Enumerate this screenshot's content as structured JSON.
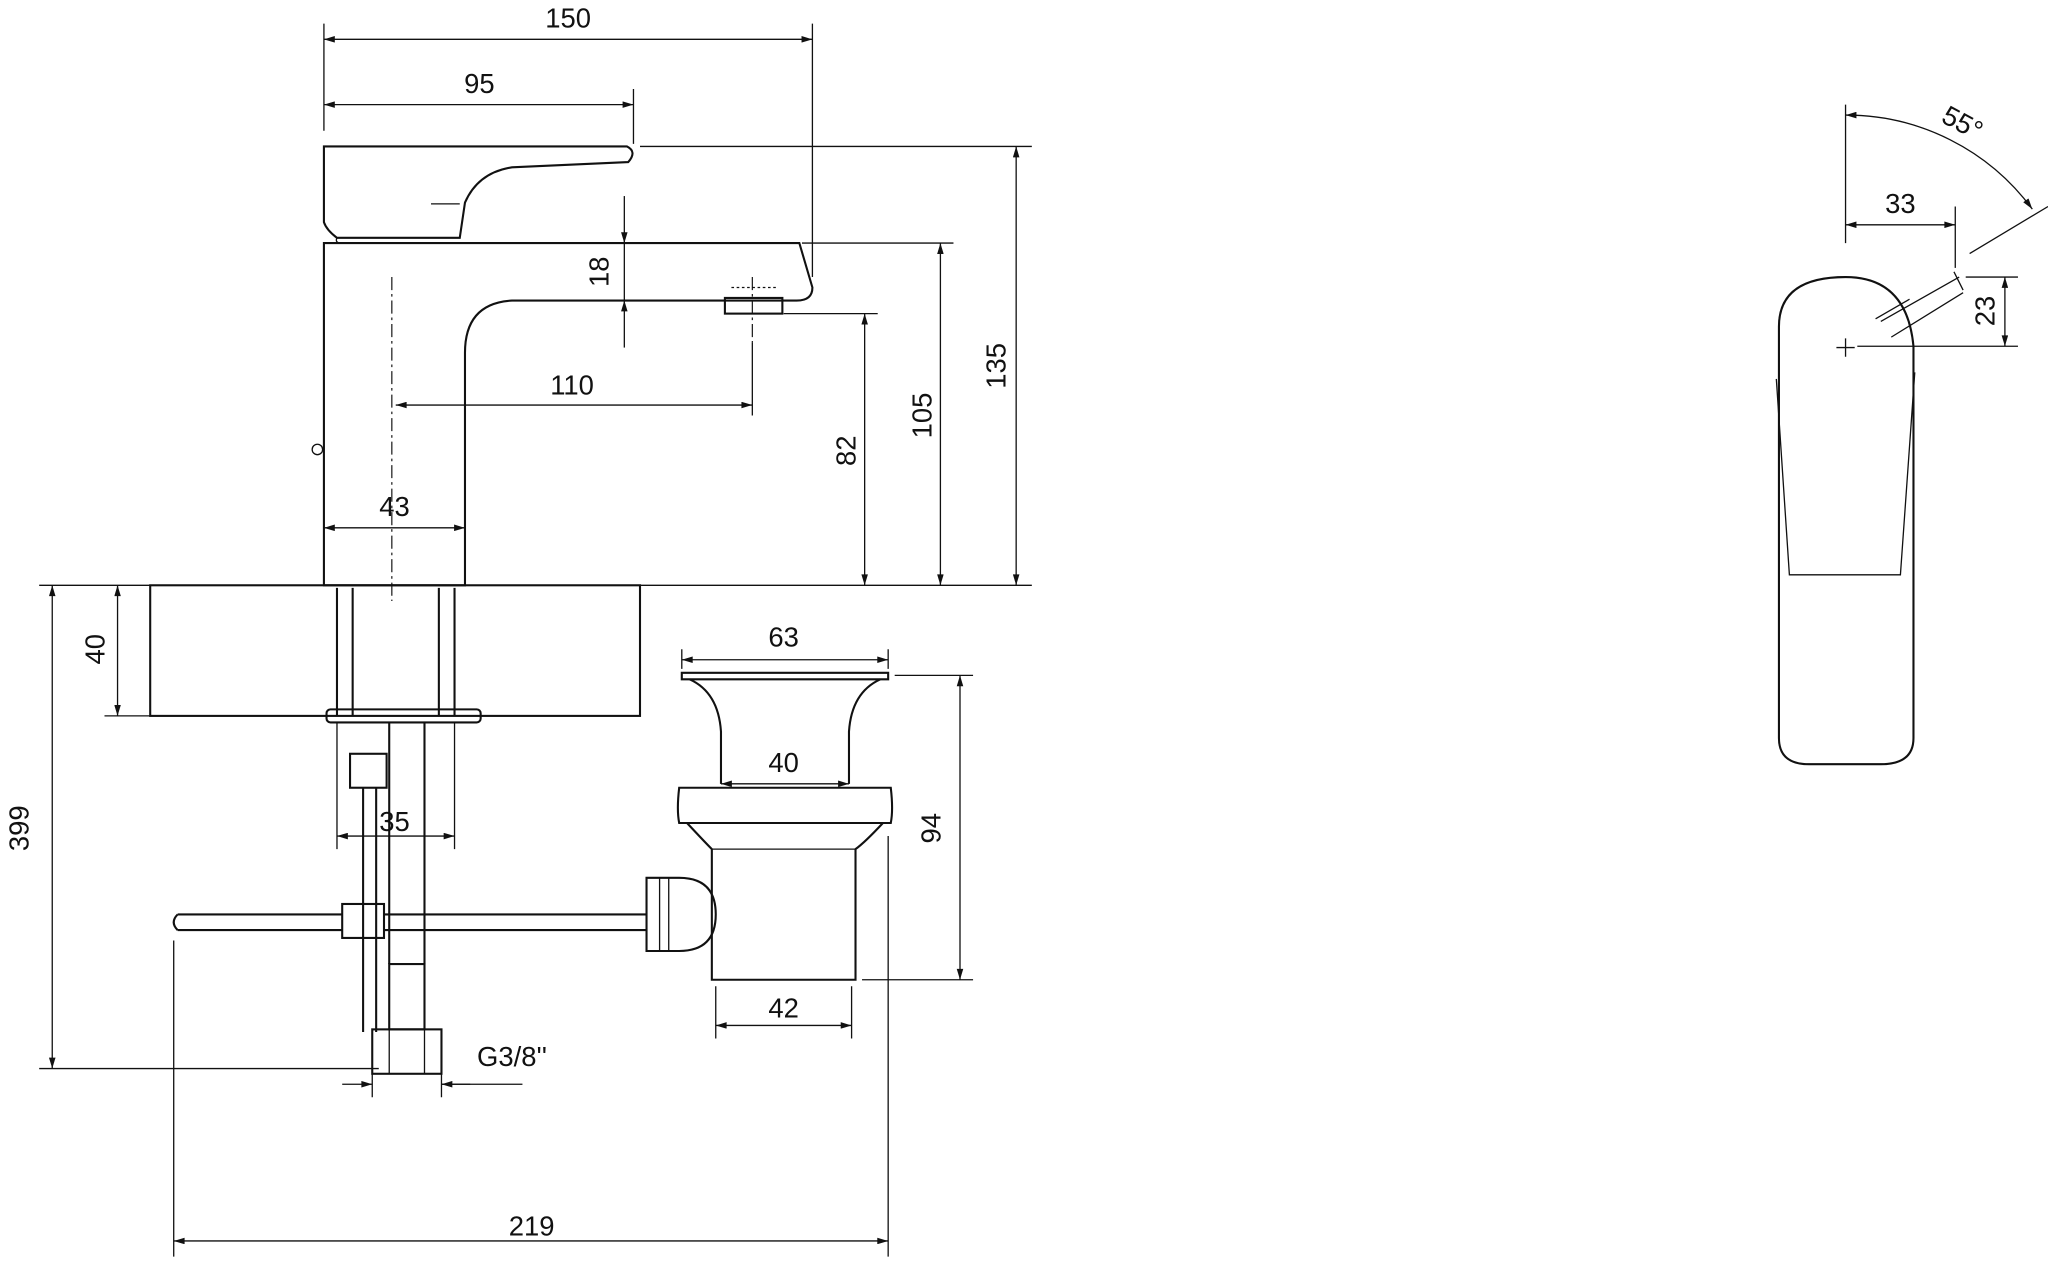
{
  "dimensions": {
    "overall_width": "150",
    "lever_length": "95",
    "total_height": "135",
    "spout_height": "105",
    "outlet_height": "82",
    "spout_thickness": "18",
    "spout_reach": "110",
    "body_depth": "43",
    "deck_thickness": "40",
    "hose_length": "399",
    "shank_diameter": "35",
    "waste_flange": "63",
    "waste_inner": "40",
    "waste_height": "94",
    "waste_body": "42",
    "rod_length": "219",
    "connection": "G3/8''"
  },
  "side_view": {
    "angle": "55°",
    "lever_offset": "33",
    "lever_rise": "23"
  }
}
